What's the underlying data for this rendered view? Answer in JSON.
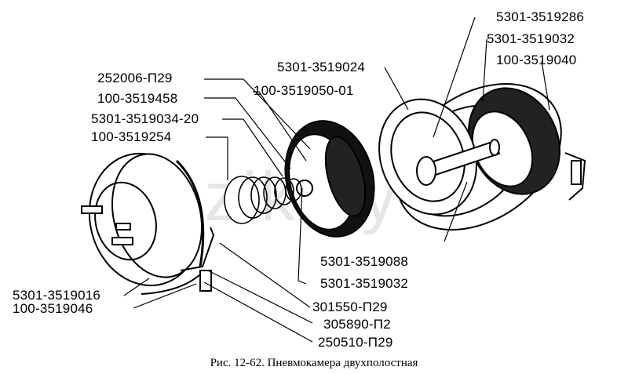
{
  "watermark": "mazik.by",
  "caption": "Рис. 12-62. Пневмокамера двухполостная",
  "labels": {
    "l1": "5301-3519286",
    "l2": "5301-3519032",
    "l3": "100-3519040",
    "l4": "5301-3519024",
    "l5": "252006-П29",
    "l6": "100-3519050-01",
    "l7": "100-3519458",
    "l8": "5301-3519034-20",
    "l9": "100-3519254",
    "l10": "5301-3519088",
    "l11": "5301-3519032",
    "l12": "5301-3519016",
    "l13": "301550-П29",
    "l14": "100-3519046",
    "l15": "305890-П2",
    "l16": "250510-П29"
  }
}
